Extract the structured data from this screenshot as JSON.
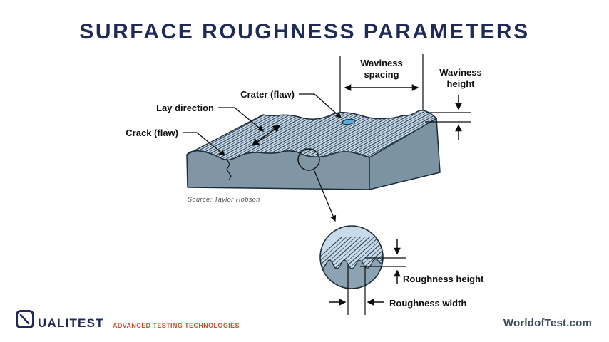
{
  "title": "SURFACE ROUGHNESS PARAMETERS",
  "diagram": {
    "labels": {
      "waviness_spacing": [
        "Waviness",
        "spacing"
      ],
      "waviness_height": [
        "Waviness",
        "height"
      ],
      "crater": "Crater (flaw)",
      "lay_direction": "Lay direction",
      "crack": "Crack (flaw)",
      "roughness_height": "Roughness height",
      "roughness_width": "Roughness width",
      "source": "Source: Taylor Hobson"
    },
    "colors": {
      "surface_top": "#c7dbea",
      "front_face": "#8096a4",
      "right_face": "#7b93a2",
      "detail_bottom": "#8ba3b3",
      "crater_spot": "#57aedd",
      "outline": "#1c2b36"
    }
  },
  "footer": {
    "wordmark": "UALITEST",
    "tagline": "ADVANCED TESTING TECHNOLOGIES",
    "website": "WorldofTest.com",
    "colors": {
      "brand_navy": "#1f2b56",
      "tagline_orange": "#cf4f2e",
      "website_slate": "#3d4b61"
    }
  }
}
